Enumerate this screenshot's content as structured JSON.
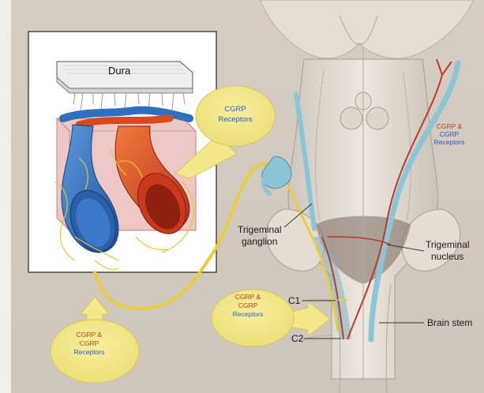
{
  "colors": {
    "background": "#d8d0c6",
    "callout_fill": "#f3e98a",
    "callout_stroke": "#d8c65a",
    "cgrp_red": "#c0392b",
    "cgrp_blue": "#2f57c9",
    "nerve_yellow": "#e8cf3a",
    "vein_blue": "#2f6fc0",
    "artery_red": "#d8491f",
    "brainstem": "#e8e2d9"
  },
  "panel": {
    "dura_label": "Dura"
  },
  "callouts": {
    "top": {
      "line1": "CGRP",
      "line2": "Receptors"
    },
    "right": {
      "line1": "CGRP &",
      "line2": "CGRP",
      "line3": "Receptors"
    },
    "middle": {
      "line1": "CGRP &",
      "line2": "CGRP",
      "line3": "Receptors"
    },
    "bottom_left": {
      "line1": "CGRP &",
      "line2": "CGRP",
      "line3": "Receptors"
    }
  },
  "labels": {
    "trigeminal_ganglion_1": "Trigeminal",
    "trigeminal_ganglion_2": "ganglion",
    "trigeminal_nucleus_1": "Trigeminal",
    "trigeminal_nucleus_2": "nucleus",
    "c1": "C1",
    "c2": "C2",
    "brain_stem": "Brain stem"
  }
}
